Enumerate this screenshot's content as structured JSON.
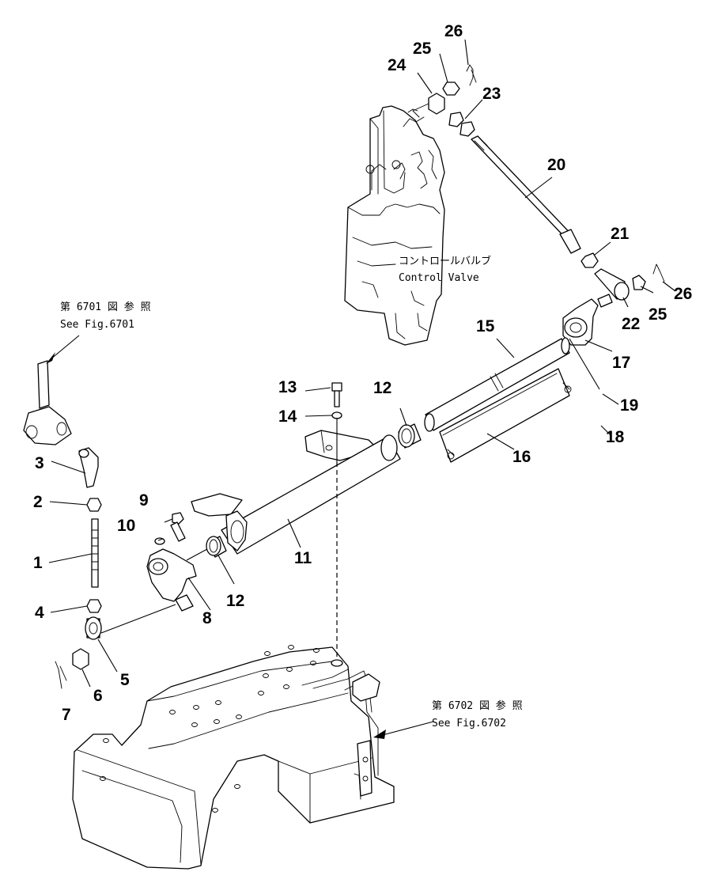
{
  "references": {
    "fig6701_jp": "第 6701 図 参 照",
    "fig6701_en": "See Fig.6701",
    "fig6702_jp": "第 6702 図 参 照",
    "fig6702_en": "See Fig.6702"
  },
  "valve": {
    "label_jp": "コントロールバルブ",
    "label_en": "Control Valve"
  },
  "callouts": {
    "n1": "1",
    "n2": "2",
    "n3": "3",
    "n4": "4",
    "n5": "5",
    "n6": "6",
    "n7": "7",
    "n8": "8",
    "n9": "9",
    "n10": "10",
    "n11": "11",
    "n12a": "12",
    "n12b": "12",
    "n13": "13",
    "n14": "14",
    "n15": "15",
    "n16": "16",
    "n17": "17",
    "n18": "18",
    "n19": "19",
    "n20": "20",
    "n21": "21",
    "n22": "22",
    "n23": "23",
    "n24": "24",
    "n25a": "25",
    "n25b": "25",
    "n26a": "26",
    "n26b": "26"
  }
}
